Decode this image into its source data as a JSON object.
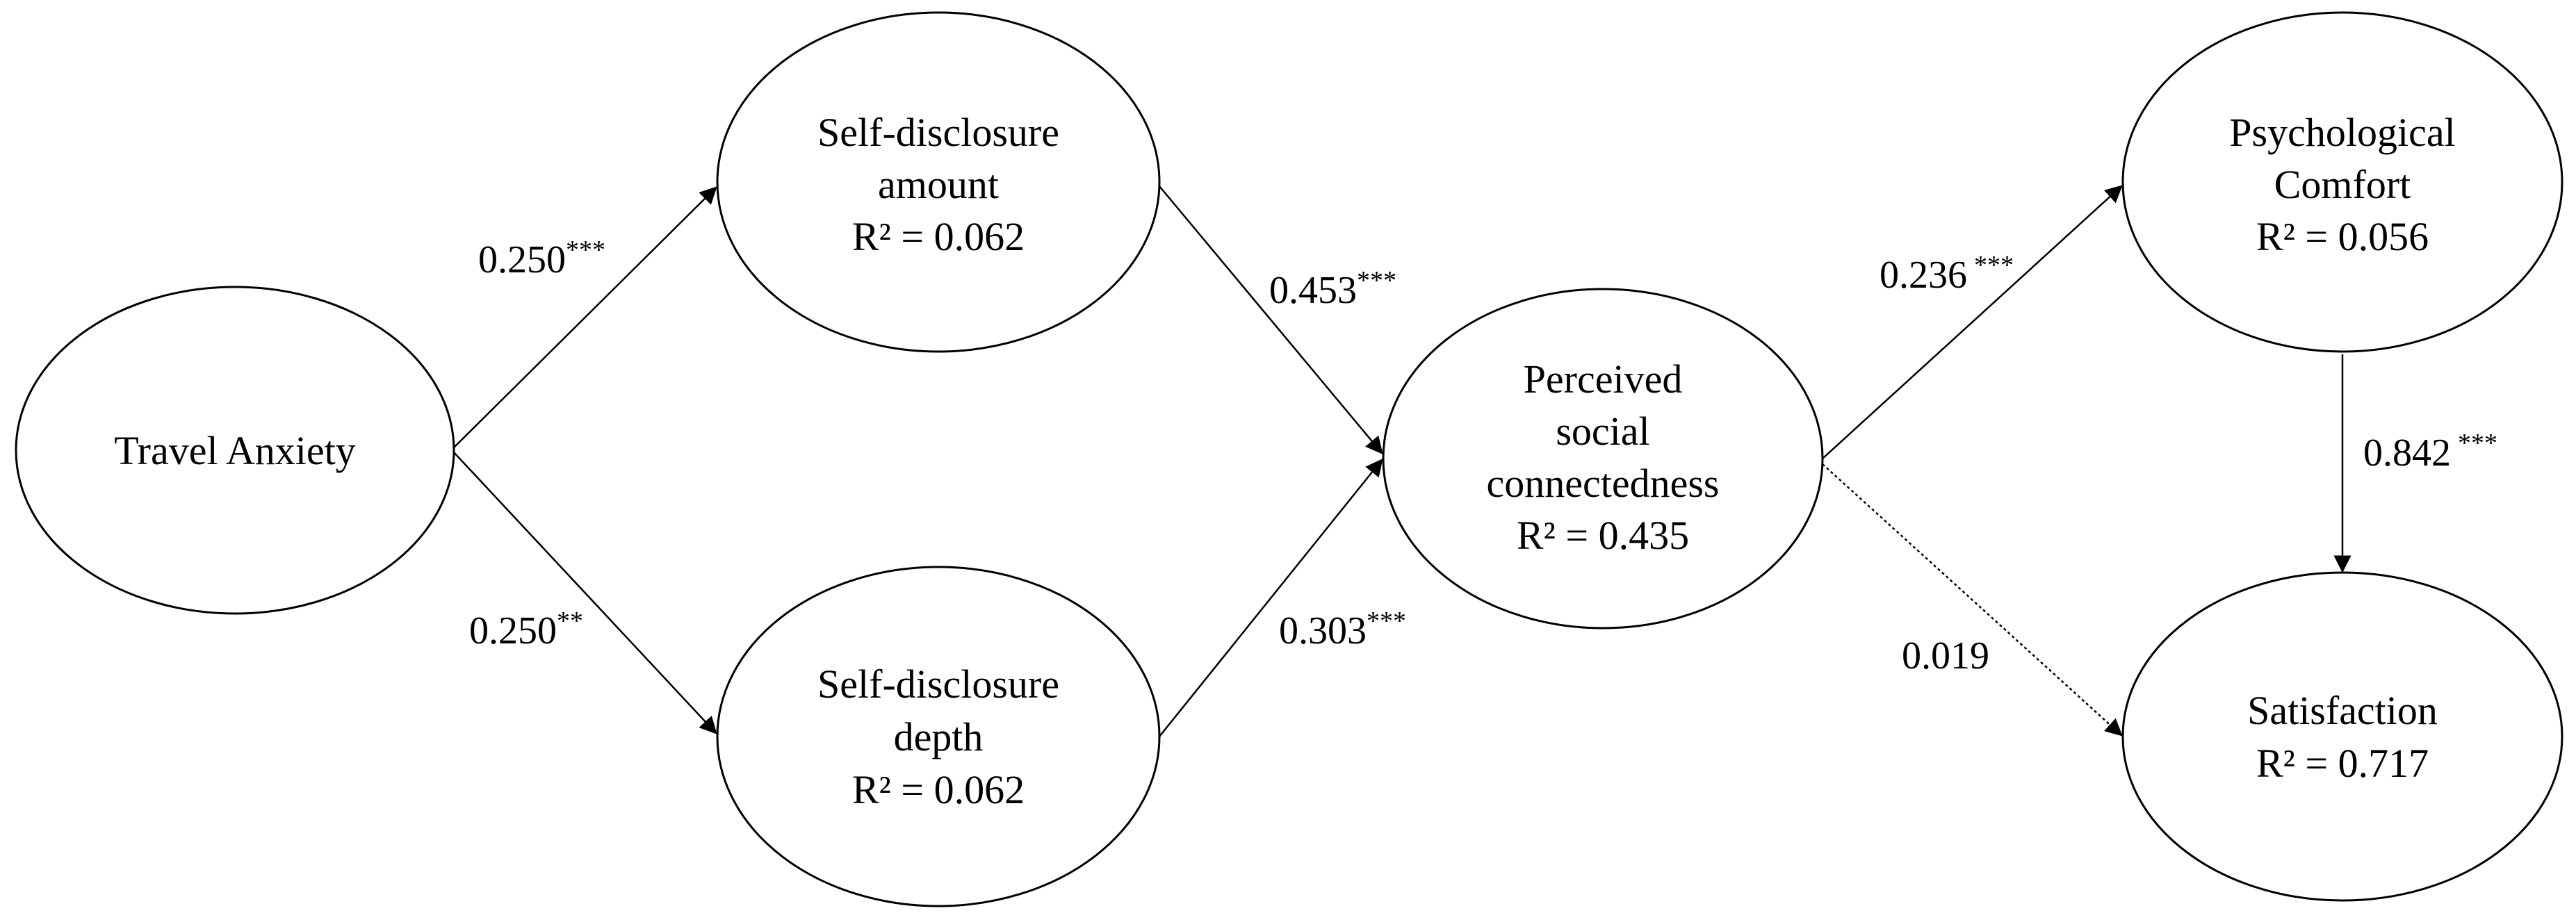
{
  "nodes": {
    "travel_anxiety": {
      "lines": [
        "Travel Anxiety"
      ]
    },
    "sd_amount": {
      "lines": [
        "Self-disclosure",
        "amount",
        "R² = 0.062"
      ]
    },
    "sd_depth": {
      "lines": [
        "Self-disclosure",
        "depth",
        "R² = 0.062"
      ]
    },
    "psc": {
      "lines": [
        "Perceived",
        "social",
        "connectedness",
        "R² = 0.435"
      ]
    },
    "comfort": {
      "lines": [
        "Psychological",
        "Comfort",
        "R² = 0.056"
      ]
    },
    "satisfaction": {
      "lines": [
        "Satisfaction",
        "R² = 0.717"
      ]
    }
  },
  "paths": {
    "ta_to_amount": {
      "coef": "0.250",
      "sig": "***"
    },
    "ta_to_depth": {
      "coef": "0.250",
      "sig": "**"
    },
    "amount_to_psc": {
      "coef": "0.453",
      "sig": "***"
    },
    "depth_to_psc": {
      "coef": "0.303",
      "sig": "***"
    },
    "psc_to_comfort": {
      "coef": "0.236",
      "sig": "***"
    },
    "psc_to_satisfaction": {
      "coef": "0.019",
      "sig": "",
      "style": "dashed"
    },
    "comfort_to_satisfaction": {
      "coef": "0.842",
      "sig": "***"
    }
  },
  "colors": {
    "stroke": "#000000",
    "background": "#ffffff"
  }
}
